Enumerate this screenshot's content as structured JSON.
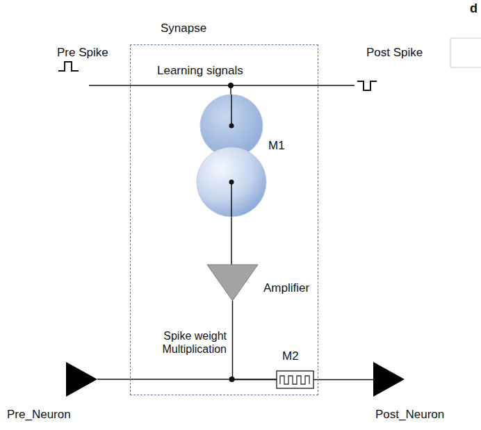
{
  "diagram": {
    "nodes": [
      {
        "text": [
          "Synapse"
        ]
      },
      {
        "text": [
          "M1"
        ],
        "in": 0
      },
      {
        "text": [
          "Amplifier"
        ],
        "in": 0
      },
      {
        "text": [
          "M2"
        ],
        "in": 0
      },
      {
        "text": [
          "Pre_Neuron"
        ]
      },
      {
        "text": [
          "Post_Neuron"
        ]
      }
    ],
    "edges": [
      {
        "from": 1,
        "to": 2,
        "arrow": "none"
      },
      {
        "from": 2,
        "to": 3,
        "arrow": "none"
      },
      {
        "from": 4,
        "to": 3,
        "arrow": "none"
      },
      {
        "from": 3,
        "to": 5,
        "arrow": "none"
      }
    ],
    "labels": [
      "d",
      "Pre Spike",
      "Post Spike",
      "Learning signals",
      "Spike weight Multiplication"
    ]
  }
}
